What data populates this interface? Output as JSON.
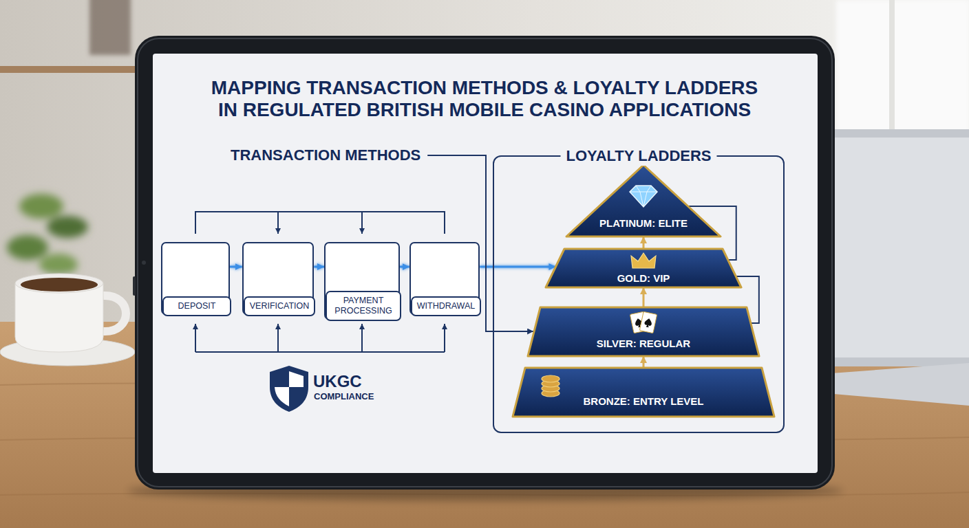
{
  "diagram": {
    "title": "MAPPING TRANSACTION METHODS & LOYALTY LADDERS IN REGULATED BRITISH MOBILE CASINO APPLICATIONS",
    "nodes": [
      {
        "text": [
          "DEPOSIT"
        ]
      },
      {
        "text": [
          "VERIFICATION"
        ]
      },
      {
        "text": [
          "PAYMENT PROCESSING"
        ]
      },
      {
        "text": [
          "WITHDRAWAL"
        ]
      },
      {
        "text": [
          "LOYALTY LADDERS"
        ]
      },
      {
        "text": [
          "PLATINUM: ELITE"
        ],
        "in": 4
      },
      {
        "text": [
          "GOLD: VIP"
        ],
        "in": 4
      },
      {
        "text": [
          "SILVER: REGULAR"
        ],
        "in": 4
      },
      {
        "text": [
          "BRONZE: ENTRY LEVEL"
        ],
        "in": 4
      }
    ],
    "edges": [
      {
        "from": 0,
        "to": 1,
        "arrow": "to"
      },
      {
        "from": 1,
        "to": 2,
        "arrow": "to"
      },
      {
        "from": 2,
        "to": 3,
        "arrow": "to"
      },
      {
        "from": 3,
        "to": 6,
        "arrow": "to"
      },
      {
        "from": 8,
        "to": 7,
        "arrow": "to"
      },
      {
        "from": 7,
        "to": 6,
        "arrow": "to"
      },
      {
        "from": 6,
        "to": 5,
        "arrow": "to"
      },
      {
        "from": 5,
        "to": 6,
        "arrow": "none"
      },
      {
        "from": 6,
        "to": 7,
        "arrow": "none"
      }
    ],
    "labels": [
      "TRANSACTION METHODS",
      "UKGC",
      "COMPLIANCE"
    ]
  }
}
